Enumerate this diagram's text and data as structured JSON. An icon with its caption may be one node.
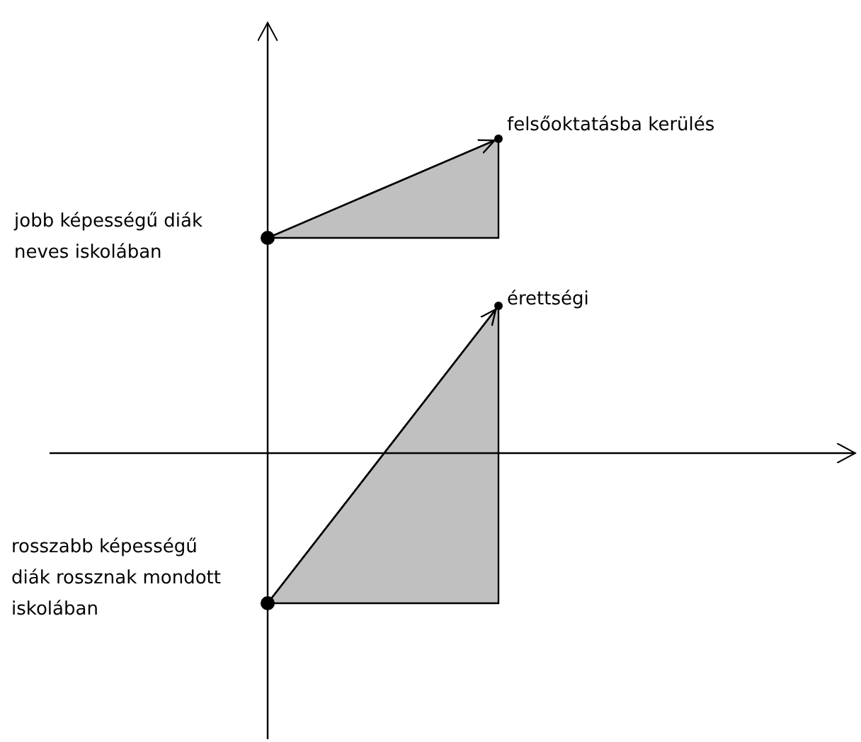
{
  "diagram": {
    "nodes": [
      {
        "text": [],
        "shape": "circle",
        "beside": [
          "jobb képességű diák neves iskolában"
        ]
      },
      {
        "text": [],
        "shape": "circle",
        "beside": [
          "felsőoktatásba kerülés"
        ]
      },
      {
        "text": [],
        "shape": "circle",
        "beside": [
          "érettségi"
        ]
      },
      {
        "text": [],
        "shape": "circle",
        "beside": [
          "rosszabb képességű diák rossznak mondott iskolában"
        ]
      }
    ],
    "edges": [
      {
        "from": 0,
        "to": 1,
        "arrow": "to"
      },
      {
        "from": 3,
        "to": 2,
        "arrow": "to"
      }
    ]
  }
}
